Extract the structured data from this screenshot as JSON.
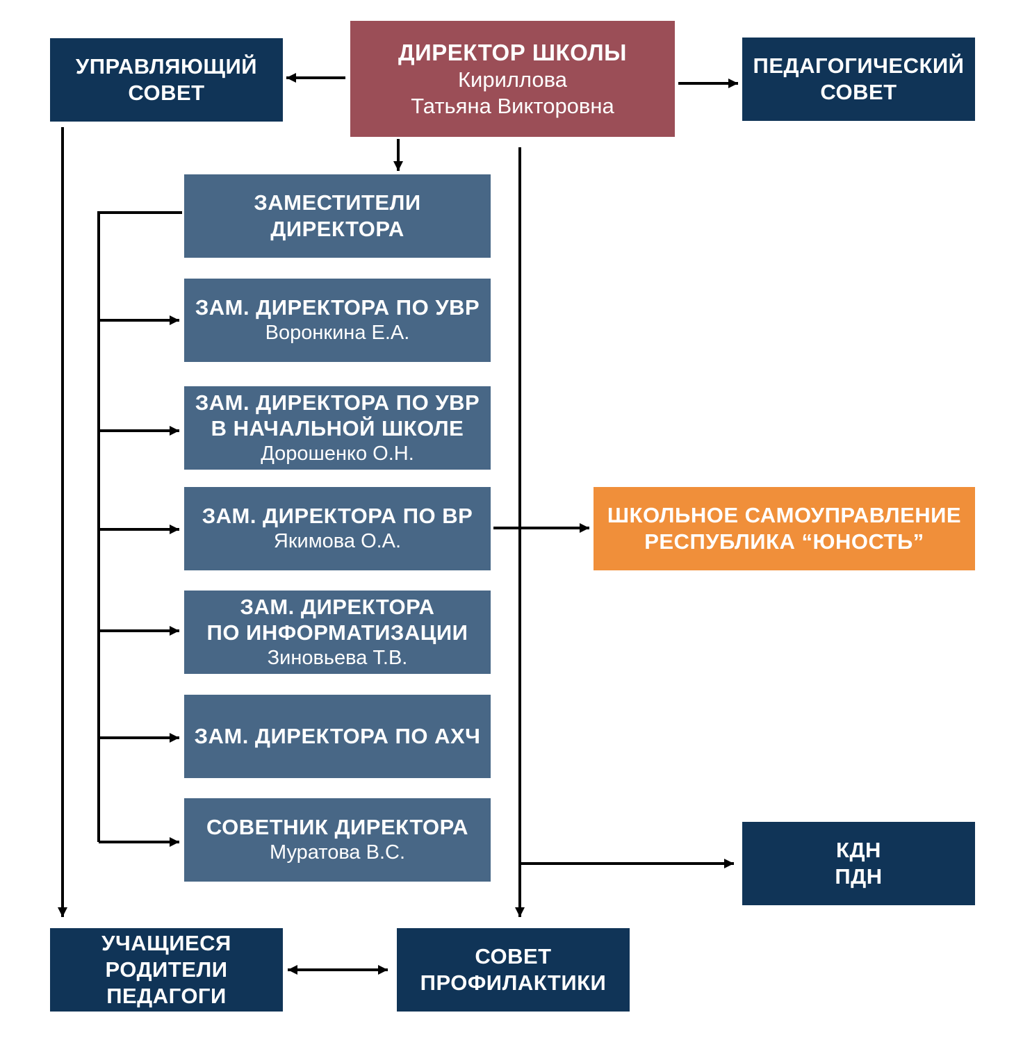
{
  "director": {
    "title": "ДИРЕКТОР ШКОЛЫ",
    "name_line1": "Кириллова",
    "name_line2": "Татьяна Викторовна"
  },
  "governing_council": {
    "line1": "УПРАВЛЯЮЩИЙ",
    "line2": "СОВЕТ"
  },
  "pedagogical_council": {
    "line1": "ПЕДАГОГИЧЕСКИЙ",
    "line2": "СОВЕТ"
  },
  "deputies_header": {
    "line1": "ЗАМЕСТИТЕЛИ",
    "line2": "ДИРЕКТОРА"
  },
  "deputies": [
    {
      "title_lines": [
        "ЗАМ. ДИРЕКТОРА ПО УВР"
      ],
      "name": "Воронкина Е.А."
    },
    {
      "title_lines": [
        "ЗАМ. ДИРЕКТОРА ПО УВР",
        "В НАЧАЛЬНОЙ ШКОЛЕ"
      ],
      "name": "Дорошенко О.Н."
    },
    {
      "title_lines": [
        "ЗАМ. ДИРЕКТОРА ПО ВР"
      ],
      "name": "Якимова О.А."
    },
    {
      "title_lines": [
        "ЗАМ. ДИРЕКТОРА",
        "ПО ИНФОРМАТИЗАЦИИ"
      ],
      "name": "Зиновьева Т.В."
    },
    {
      "title_lines": [
        "ЗАМ. ДИРЕКТОРА ПО АХЧ"
      ],
      "name": ""
    },
    {
      "title_lines": [
        "СОВЕТНИК ДИРЕКТОРА"
      ],
      "name": "Муратова В.С."
    }
  ],
  "self_government": {
    "line1": "ШКОЛЬНОЕ САМОУПРАВЛЕНИЕ",
    "line2": "РЕСПУБЛИКА “ЮНОСТЬ”"
  },
  "kdn_pdn": {
    "line1": "КДН",
    "line2": "ПДН"
  },
  "participants": {
    "line1": "УЧАЩИЕСЯ",
    "line2": "РОДИТЕЛИ",
    "line3": "ПЕДАГОГИ"
  },
  "prevention_council": {
    "line1": "СОВЕТ",
    "line2": "ПРОФИЛАКТИКИ"
  },
  "colors": {
    "dark_box": "#103457",
    "mid_box": "#486786",
    "director_box": "#9b4e57",
    "orange_box": "#f08f3a",
    "text": "#ffffff",
    "connector": "#000000"
  }
}
